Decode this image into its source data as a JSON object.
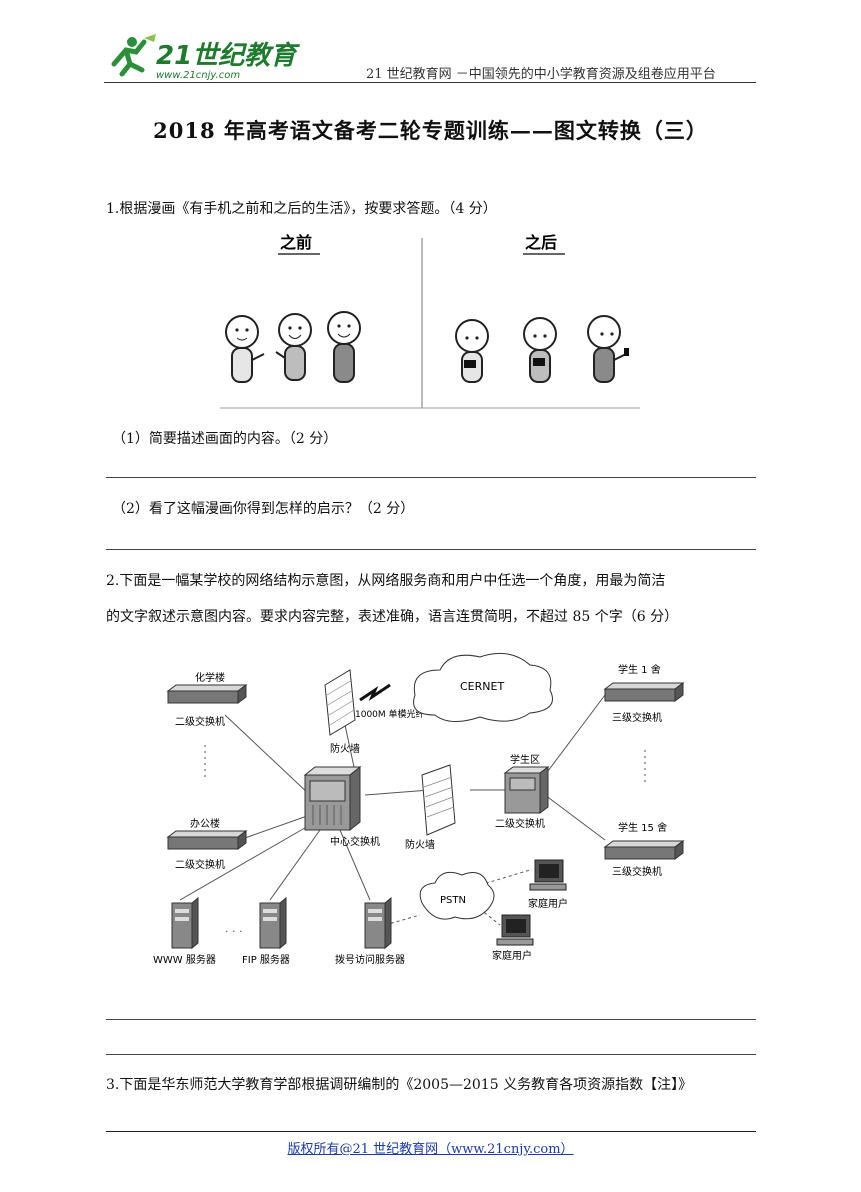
{
  "header": {
    "logo_text": "21世纪教育",
    "logo_url_text": "www.21cnjy.com",
    "tagline": "21 世纪教育网 －中国领先的中小学教育资源及组卷应用平台"
  },
  "title": "2018 年高考语文备考二轮专题训练——图文转换（三）",
  "questions": {
    "q1": {
      "stem": "1.根据漫画《有手机之前和之后的生活》，按要求答题。（4 分）",
      "comic_labels": [
        "之前",
        "之后"
      ],
      "sub1": "（1）简要描述画面的内容。（2 分）",
      "sub2": "（2）看了这幅漫画你得到怎样的启示？（2 分）"
    },
    "q2": {
      "stem_line1": "2.下面是一幅某学校的网络结构示意图，从网络服务商和用户中任选一个角度，用最为简洁",
      "stem_line2": "的文字叙述示意图内容。要求内容完整，表述准确，语言连贯简明，不超过 85 个字（6 分）",
      "diagram": {
        "chem_building": "化学楼",
        "switch2_a": "二级交换机",
        "office": "办公楼",
        "switch2_b": "二级交换机",
        "fiber": "1000M 单模光纤",
        "firewall_top": "防火墙",
        "cernet": "CERNET",
        "dorm1": "学生 1 舍",
        "switch3_a": "三级交换机",
        "student_area": "学生区",
        "switch2_c": "二级交换机",
        "dorm15": "学生 15 舍",
        "switch3_b": "三级交换机",
        "center_switch": "中心交换机",
        "firewall_mid": "防火墙",
        "pstn": "PSTN",
        "home_user_1": "家庭用户",
        "home_user_2": "家庭用户",
        "www_server": "WWW 服务器",
        "ftp_server": "FIP 服务器",
        "dialup_server": "拨号访问服务器"
      }
    },
    "q3": {
      "stem": "3.下面是华东师范大学教育学部根据调研编制的《2005—2015 义务教育各项资源指数【注】》"
    }
  },
  "footer": {
    "copyright": "版权所有@21 世纪教育网（www.21cnjy.com）"
  }
}
